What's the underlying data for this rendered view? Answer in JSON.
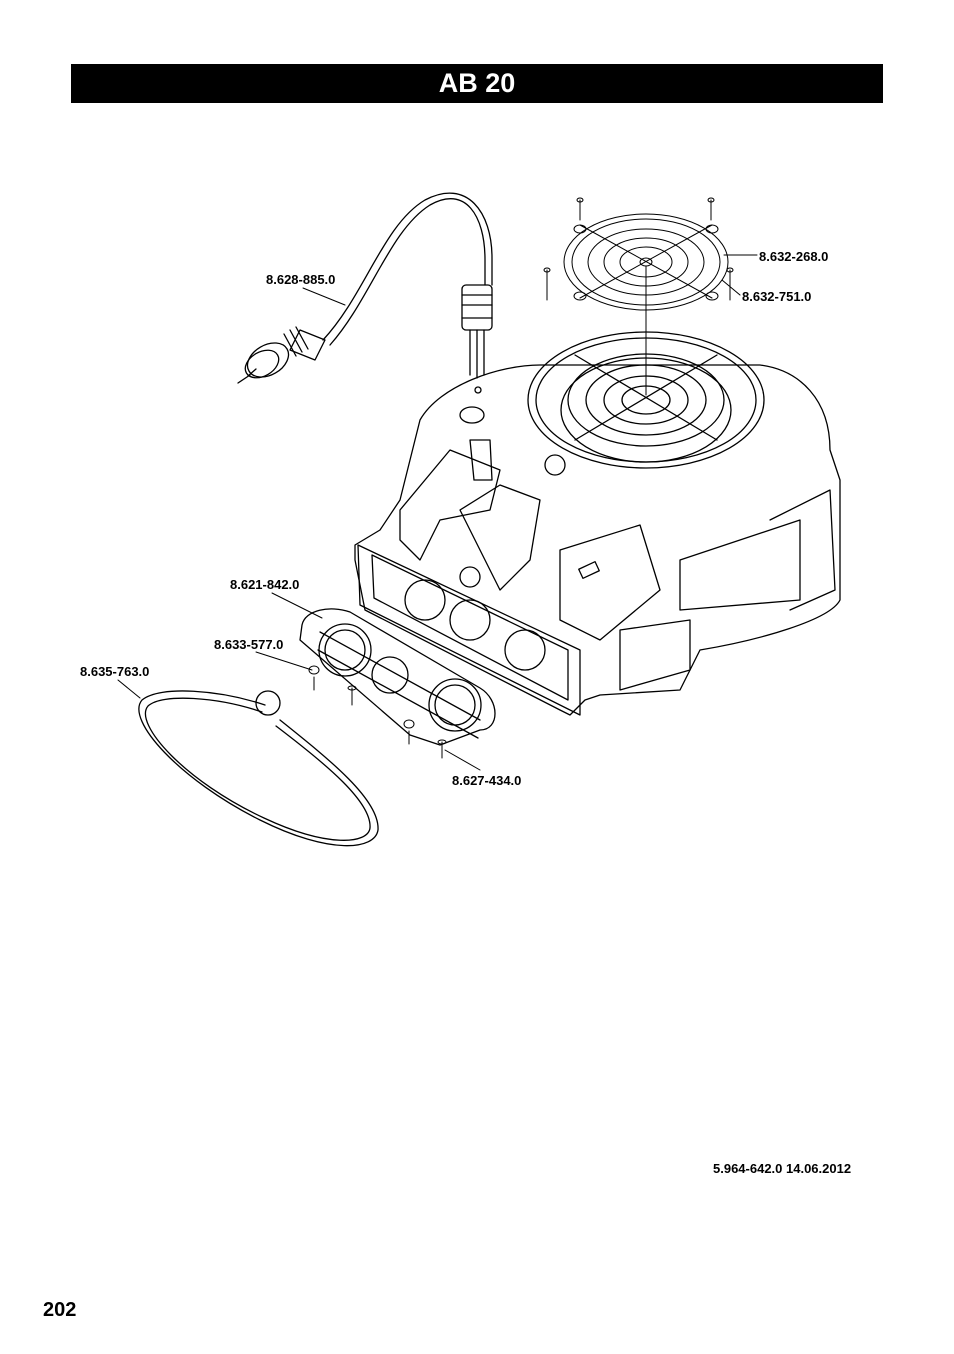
{
  "header": {
    "title": "AB 20"
  },
  "parts": [
    {
      "id": "power-cord",
      "number": "8.628-885.0"
    },
    {
      "id": "fan-guard",
      "number": "8.632-268.0"
    },
    {
      "id": "guard-screw",
      "number": "8.632-751.0"
    },
    {
      "id": "front-grille",
      "number": "8.621-842.0"
    },
    {
      "id": "grille-nut",
      "number": "8.633-577.0"
    },
    {
      "id": "cord-strap",
      "number": "8.635-763.0"
    },
    {
      "id": "grille-screw",
      "number": "8.627-434.0"
    }
  ],
  "footer": {
    "document_code": "5.964-642.0  14.06.2012",
    "page_number": "202"
  }
}
